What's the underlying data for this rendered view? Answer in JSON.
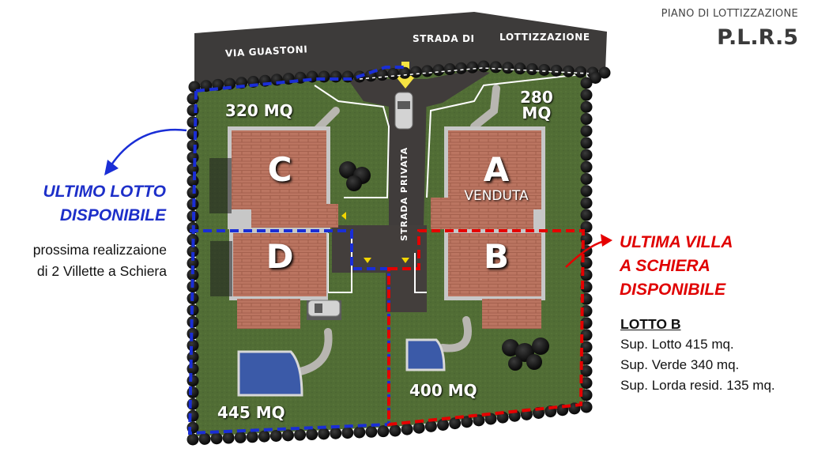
{
  "header": {
    "title": "PIANO DI LOTTIZZAZIONE",
    "code": "P.L.R.5"
  },
  "roads": {
    "via": "VIA GUASTONI",
    "strada_di": "STRADA DI",
    "lottizzazione": "LOTTIZZAZIONE",
    "private": "STRADA PRIVATA"
  },
  "lots": {
    "c": {
      "letter": "C",
      "area": "320 MQ"
    },
    "a": {
      "letter": "A",
      "area_line1": "280",
      "area_line2": "MQ",
      "status": "VENDUTA"
    },
    "d": {
      "letter": "D",
      "area": "445 MQ"
    },
    "b": {
      "letter": "B",
      "area": "400 MQ"
    }
  },
  "callouts": {
    "blue_line1": "ULTIMO LOTTO",
    "blue_line2": "DISPONIBILE",
    "blue_note_line1": "prossima realizzaione",
    "blue_note_line2": "di 2 Villette a Schiera",
    "red_line1": "ULTIMA VILLA",
    "red_line2": "A SCHIERA",
    "red_line3": "DISPONIBILE"
  },
  "lotto_b": {
    "title": "LOTTO B",
    "lines": [
      "Sup. Lotto 415 mq.",
      "Sup. Verde 340 mq.",
      "Sup. Lorda resid. 135 mq."
    ]
  },
  "colors": {
    "blue_boundary": "#1a2ed6",
    "red_boundary": "#e50000",
    "grass": "#4f6b33",
    "road": "#3c3a39",
    "roof": "#b8705a",
    "pool": "#3b5aa8"
  }
}
